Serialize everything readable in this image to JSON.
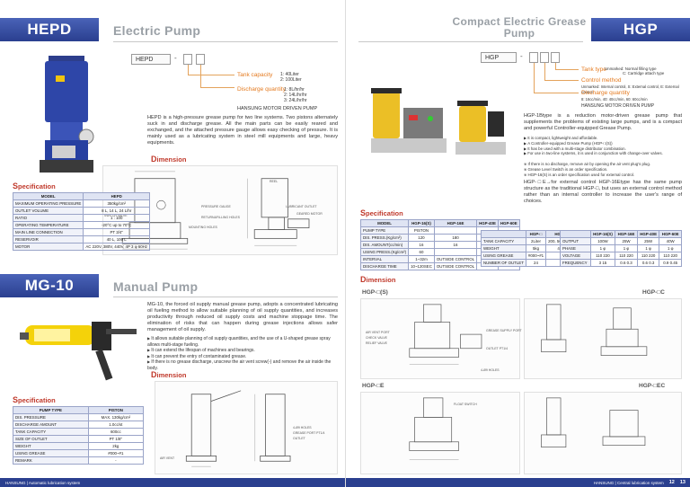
{
  "hepd": {
    "banner": "HEPD",
    "title": "Electric Pump",
    "code": "HEPD",
    "tank_label": "Tank capacity",
    "tank_vals": [
      "1: 40Liter",
      "2: 100Liter"
    ],
    "discharge_label": "Discharge quantity",
    "discharge_vals": [
      "1: 8L/hr/hr",
      "2: 14L/hr/hr",
      "3: 24L/hr/hr"
    ],
    "maker": "HANSUNG MOTOR DRIVEN PUMP",
    "description": "HEPD is a high-pressure grease pump for two line systems. Two pistons alternately suck in and discharge grease. All the main parts can be easily reared and exchanged, and the attached pressure gauge allows easy checking of pressure. It is mainly used as a lubricating system in steel mill equipments and large, heavy equipments.",
    "dimension_head": [
      "D",
      "imension"
    ],
    "spec_head": [
      "S",
      "pecification"
    ],
    "spec_table": {
      "headers": [
        "MODEL",
        "HEPD"
      ],
      "rows": [
        [
          "MAXIMUM OPERATING PRESSURE",
          "350kg/cm²"
        ],
        [
          "OUTLET VOLUME",
          "8 L, 14 L, 24 L/hr"
        ],
        [
          "RATIO",
          "1 : 100"
        ],
        [
          "OPERATING TEMPERATURE",
          "-20°C up to 70°C"
        ],
        [
          "MAIN LINE CONNECTION",
          "PT 3/4\""
        ],
        [
          "RESERVOIR",
          "40 L, 100 L"
        ],
        [
          "MOTOR",
          "AC 220V, 380V, 440V, 4P 3 φ 60Hz"
        ]
      ]
    },
    "drawing_labels": [
      "PRESSURE GAUGE",
      "RETURN&FILLING HOLES",
      "SWITCH VALVE",
      "MOUNTING HOLES",
      "LUBRICANT OUTLET",
      "GEARED MOTOR",
      "REEL"
    ]
  },
  "mg10": {
    "banner": "MG-10",
    "title": "Manual Pump",
    "description": "MG-10, the forced oil supply manual grease pump, adopts a concentrated lubricating oil fueling method to allow suitable planning of oil supply quantities, and increases productivity through reduced oil supply costs and machine stoppage time. The elimination of risks that can happen during grease injections allows safer management of oil supply.",
    "bullets": [
      "It allows suitable planning of oil supply quantities, and the use of a U-shaped grease spray allows multi-stage fueling.",
      "It can extend the lifespan of machines and bearings.",
      "It can prevent the entry of contaminated grease.",
      "If there is no grease discharge, unscrew the air vent screw(-) and remove the air inside the body."
    ],
    "dimension_head": [
      "D",
      "imension"
    ],
    "spec_head": [
      "S",
      "pecification"
    ],
    "spec_table": {
      "headers": [
        "PUMP TYPE",
        "PISTON"
      ],
      "rows": [
        [
          "DIS. PRESSURE",
          "MAX. 130kg/cm²"
        ],
        [
          "DISCHARGE AMOUNT",
          "1.0cc/st"
        ],
        [
          "TANK CAPACITY",
          "600cc"
        ],
        [
          "SIZE OF OUTLET",
          "PT 1/8\""
        ],
        [
          "WEIGHT",
          "2kg"
        ],
        [
          "USING GREASE",
          "#000~#1"
        ],
        [
          "REMARK",
          "-"
        ]
      ]
    },
    "drawing_labels": [
      "AIR VENT",
      "OUTLET",
      "4-Ø9 HOLES",
      "GREASE PORT PT1/4"
    ]
  },
  "hgp": {
    "banner": "HGP",
    "title": "Compact Electric Grease Pump",
    "code": "HGP",
    "tank_label": "Tank type",
    "tank_vals": [
      "Unmarked: Normal filling type",
      "C: Cartridge attach type"
    ],
    "control_label": "Control method",
    "control_vals": [
      "Unmarked: Internal control, S: External control, E: External control"
    ],
    "discharge_label": "Discharge quantity",
    "discharge_vals": [
      "8: 16cc/min, 40: 40cc/min, 60: 60cc/min"
    ],
    "maker": "HANSUNG MOTOR DRIVEN PUMP",
    "description": "HGP-1Btype is a reduction motor-driven grease pump that supplements the problems of existing large pumps, and is a compact and powerful Controller-equipped Grease Pump.",
    "bullets": [
      "It is compact, lightweight and affordable.",
      "A Controller-equipped Grease Pump (HGP-□(S))",
      "It has be used with a multi-stage distributor combination.",
      "For use in two-line systems, it is used in conjunction with change-over valves."
    ],
    "notes": [
      "If there is no discharge, remove air by opening the air vent plug's plug.",
      "Grease Level Switch is an order specification.",
      "HGP-16(S) is an order specification used for external control."
    ],
    "desc2": "HGP-□E→for external control HGP-16Etype has the same pump structure as the traditional HGP-□, but uses an external control method rather than an internal controller to increase the user's range of choices.",
    "spec_head": [
      "S",
      "pecification"
    ],
    "dimension_head": [
      "D",
      "imension"
    ],
    "spec_table1": {
      "headers": [
        "MODEL",
        "HGP-16(S)",
        "HGP-16E",
        "HGP-40E",
        "HGP-60E"
      ],
      "rows": [
        [
          "PUMP TYPE",
          "PISTON",
          "",
          "",
          ""
        ],
        [
          "DIS. PRESS.(Kg/cm²)",
          "120",
          "180",
          "100",
          "100"
        ],
        [
          "DIS. AMOUNT(cc/min)",
          "16",
          "16",
          "40",
          "60"
        ],
        [
          "USING PRESS.(Kg/cm²)",
          "60",
          "",
          "",
          ""
        ],
        [
          "INTERVAL",
          "1~32m",
          "OUTSIDE CONTROL",
          "",
          ""
        ],
        [
          "DISCHARGE TIME",
          "10~120SEC",
          "OUTSIDE CONTROL",
          "",
          ""
        ]
      ]
    },
    "spec_table2": {
      "headers": [
        "",
        "HGP-□",
        "HGP-□C"
      ],
      "rows": [
        [
          "TANK CAPACITY",
          "2Liter",
          "200, 500, 800cc"
        ],
        [
          "WEIGHT",
          "5kg",
          "4.5kg"
        ],
        [
          "USING GREASE",
          "#000~#1",
          ""
        ],
        [
          "NUMBER OF OUTLET",
          "24",
          ""
        ]
      ]
    },
    "spec_table3": {
      "headers": [
        "",
        "HGP-16(S)",
        "HGP-16E",
        "HGP-40E",
        "HGP-60E"
      ],
      "rows": [
        [
          "OUTPUT",
          "100W",
          "25W",
          "25W",
          "40W"
        ],
        [
          "PHASE",
          "1 φ",
          "1 φ",
          "1 φ",
          "1 φ"
        ],
        [
          "VOLTAGE",
          "110 220",
          "110 220",
          "110 220",
          "110 220"
        ],
        [
          "FREQUENCY",
          "3 15",
          "0.6 0.3",
          "0.6 0.3",
          "0.9 0.45"
        ]
      ]
    },
    "drawings": [
      "HGP-□(S)",
      "HGP-□C",
      "HGP-□E",
      "HGP-□EC"
    ],
    "drawing_labels": [
      "AIR VENT PORT",
      "CHECK VALVE",
      "RELIEF VALVE",
      "GREASE SUPPLY PORT",
      "OUTLET PT1/4",
      "4-Ø9 HOLES",
      "FLOAT SWITCH"
    ]
  },
  "footer": {
    "left": "HANSUNG  |  Automatic lubrication system",
    "right": "HANSUNG  |  Central lubrication system",
    "page_left": "12",
    "page_right": "13"
  },
  "colors": {
    "banner": "#2a3f8f",
    "accent": "#e47a1f",
    "spec_head": "#c0392b"
  }
}
